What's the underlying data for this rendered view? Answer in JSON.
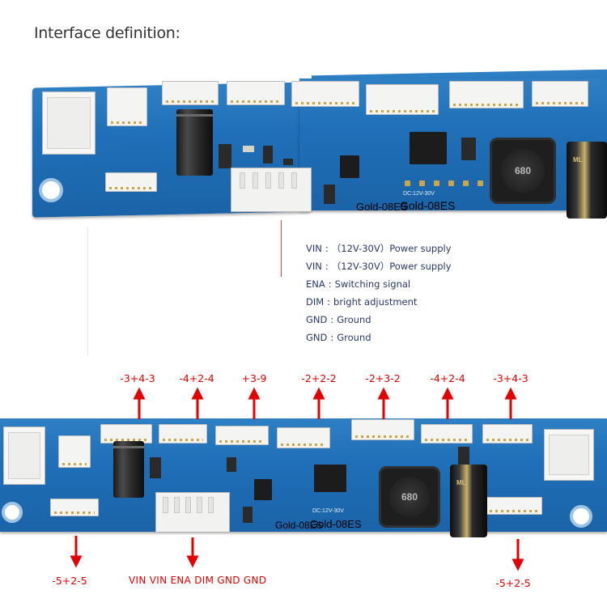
{
  "title": "Interface definition:",
  "board": {
    "model": "Gold-08ES",
    "dc_rating": "DC:12V-30V",
    "inductor_code": "680"
  },
  "pin_definitions": [
    {
      "signal": "VIN",
      "description": "（12V-30V）Power supply"
    },
    {
      "signal": "VIN",
      "description": "（12V-30V）Power supply"
    },
    {
      "signal": "ENA",
      "description": "Switching signal"
    },
    {
      "signal": "DIM",
      "description": "bright adjustment"
    },
    {
      "signal": "GND",
      "description": "Ground"
    },
    {
      "signal": "GND",
      "description": "Ground"
    }
  ],
  "top_connectors": [
    "-3+4-3",
    "-4+2-4",
    "+3-9",
    "-2+2-2",
    "-2+3-2",
    "-4+2-4",
    "-3+4-3"
  ],
  "bottom_left_connector": "-5+2-5",
  "bottom_right_connector": "-5+2-5",
  "input_connector_pins": "VIN VIN ENA DIM GND GND",
  "colors": {
    "board_blue": "#1f6fb8",
    "annotation_red": "#e00000",
    "definition_text": "#2a3a6a",
    "divider_red": "#d24a4a"
  }
}
